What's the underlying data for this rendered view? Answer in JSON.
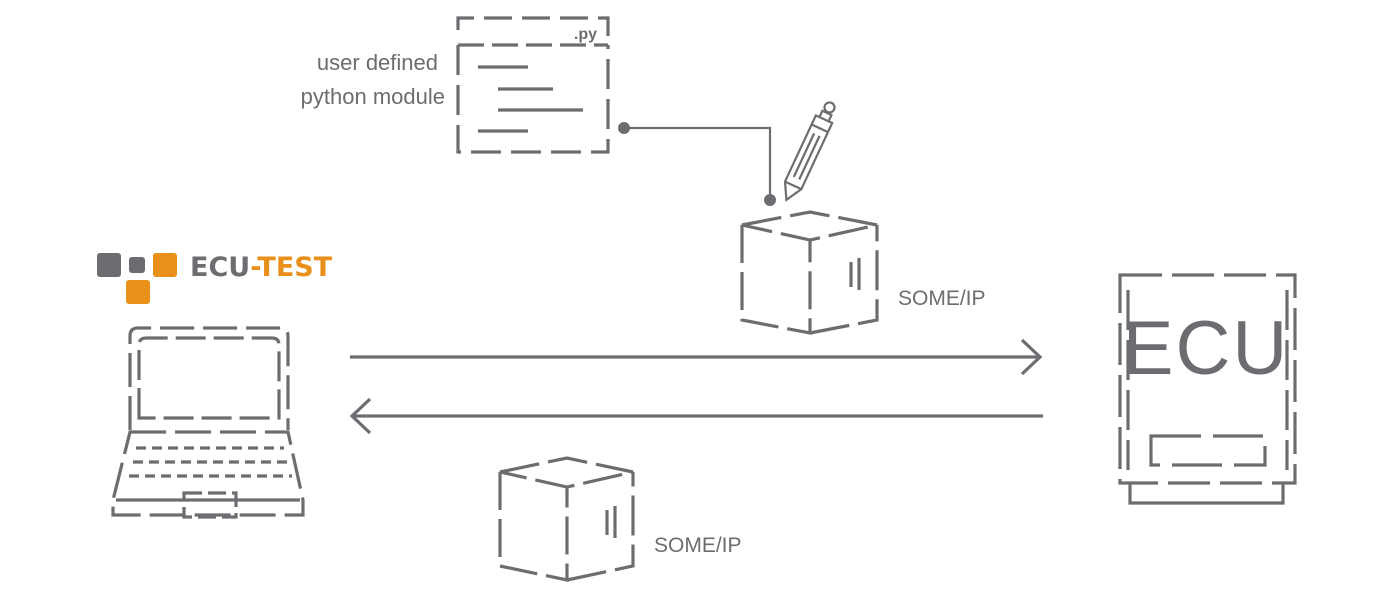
{
  "module": {
    "file_ext": ".py",
    "label_line1": "user defined",
    "label_line2": "python module"
  },
  "brand": {
    "name_part1": "ECU",
    "name_part2": "-TEST",
    "color_gray": "#6b6d70",
    "color_orange": "#e8901a"
  },
  "package_top": {
    "label": "SOME/IP"
  },
  "package_bottom": {
    "label": "SOME/IP"
  },
  "ecu": {
    "label": "ECU"
  },
  "icons": [
    "python-module-icon",
    "pen-icon",
    "laptop-icon",
    "package-icon",
    "ecu-device-icon",
    "arrow-right-icon",
    "arrow-left-icon"
  ]
}
